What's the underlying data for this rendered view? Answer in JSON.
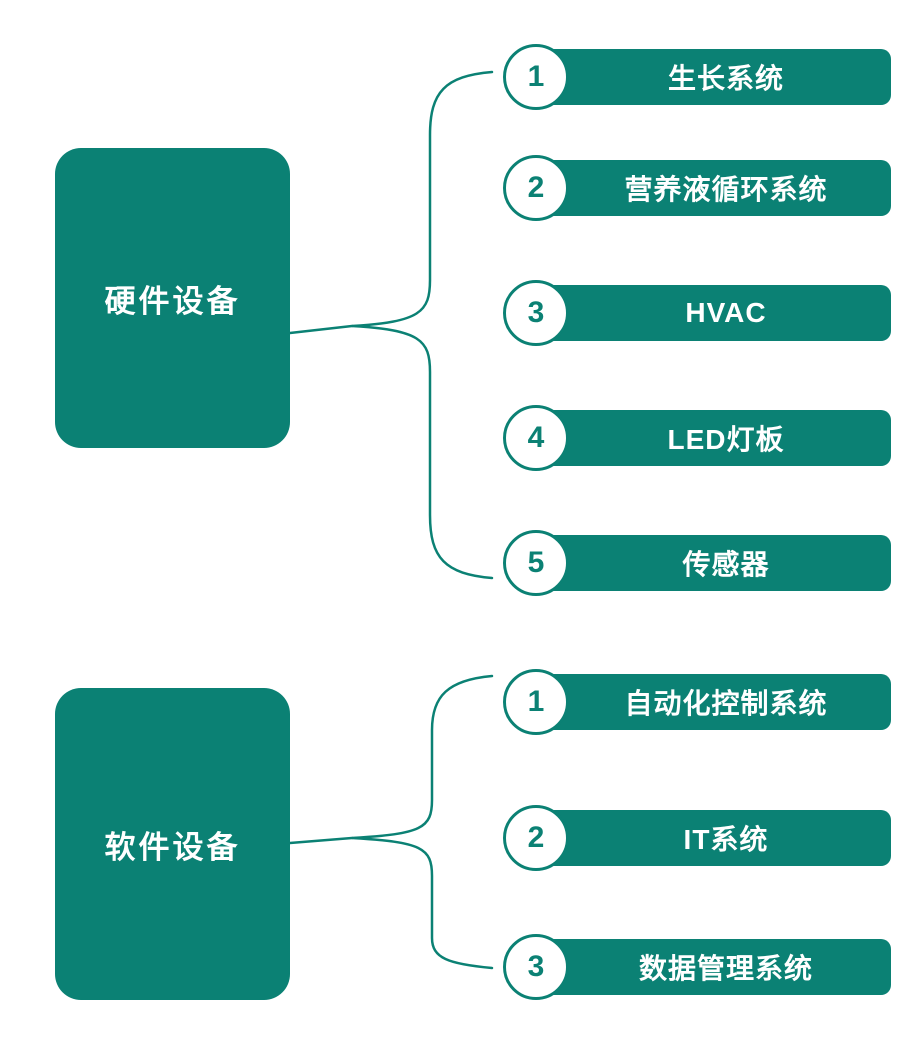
{
  "colors": {
    "teal": "#0b8174",
    "text_on_teal": "#ffffff"
  },
  "groups": [
    {
      "label": "硬件设备",
      "items": [
        {
          "num": "1",
          "label": "生长系统"
        },
        {
          "num": "2",
          "label": "营养液循环系统"
        },
        {
          "num": "3",
          "label": "HVAC"
        },
        {
          "num": "4",
          "label": "LED灯板"
        },
        {
          "num": "5",
          "label": "传感器"
        }
      ]
    },
    {
      "label": "软件设备",
      "items": [
        {
          "num": "1",
          "label": "自动化控制系统"
        },
        {
          "num": "2",
          "label": "IT系统"
        },
        {
          "num": "3",
          "label": "数据管理系统"
        }
      ]
    }
  ]
}
